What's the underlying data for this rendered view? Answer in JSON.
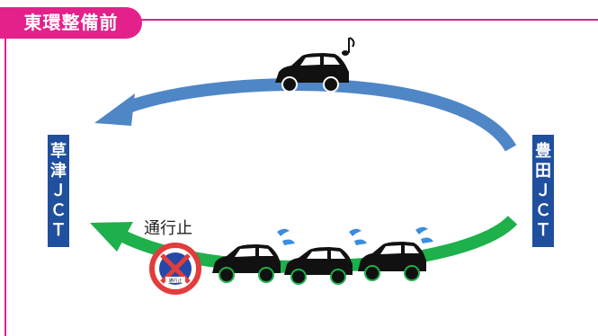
{
  "title": "東環整備前",
  "left_jct": {
    "chars": [
      "草",
      "津",
      "Ｊ",
      "Ｃ",
      "Ｔ"
    ]
  },
  "right_jct": {
    "chars": [
      "豊",
      "田",
      "Ｊ",
      "Ｃ",
      "Ｔ"
    ]
  },
  "closure": {
    "label": "通行止",
    "sign_text": "通行止"
  },
  "colors": {
    "frame": "#e4208a",
    "jct_box": "#1f4f9d",
    "upper_arrow": "#4f86c6",
    "lower_arrow": "#1db04b",
    "sweat": "#3a8de0"
  },
  "icons": {
    "music_note": "music-note-icon",
    "no_entry": "no-entry-sign-icon",
    "sweat": "sweat-drop-icon"
  }
}
